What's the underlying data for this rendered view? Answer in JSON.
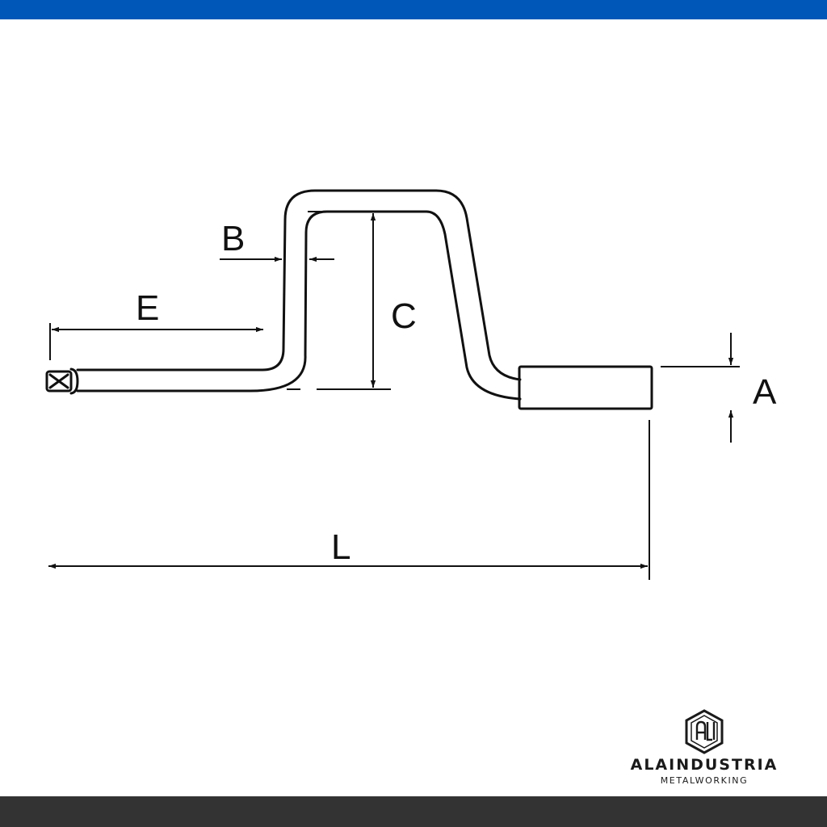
{
  "colors": {
    "top_bar": "#0057b8",
    "bottom_bar": "#333333",
    "line": "#111111"
  },
  "dimensions": {
    "A": "A",
    "B": "B",
    "C": "C",
    "E": "E",
    "L": "L"
  },
  "brand": {
    "name": "ALAINDUSTRIA",
    "tagline": "METALWORKING",
    "logo_icon": "hexagon-ali-monogram-icon"
  }
}
